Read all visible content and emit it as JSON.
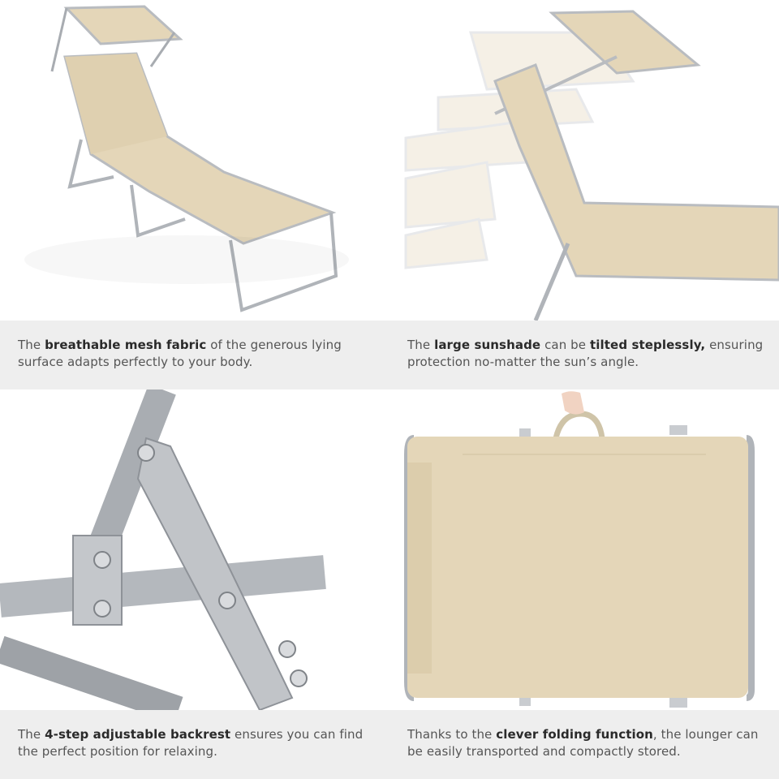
{
  "colors": {
    "fabric": "#e4d6b8",
    "fabric_shade": "#d6c7a6",
    "frame": "#b9bcc0",
    "frame_dark": "#8e9298",
    "caption_bg": "#eeeeee",
    "text": "#555555",
    "text_bold": "#2a2a2a"
  },
  "panels": [
    {
      "image": "lounger-with-sunshade",
      "caption": {
        "pre": "The ",
        "bold1": "breathable mesh fabric",
        "mid": " of the generous lying surface adapts perfectly to your body.",
        "bold2": "",
        "post": ""
      }
    },
    {
      "image": "sunshade-tilt-positions",
      "caption": {
        "pre": "The ",
        "bold1": "large sunshade",
        "mid": " can be ",
        "bold2": "tilted steplessly,",
        "post": " ensuring protection no-matter the sun’s angle."
      }
    },
    {
      "image": "backrest-adjuster-closeup",
      "caption": {
        "pre": "The ",
        "bold1": "4-step adjustable backrest",
        "mid": " ensures you can find the perfect position for relaxing.",
        "bold2": "",
        "post": ""
      }
    },
    {
      "image": "folded-lounger-carried",
      "caption": {
        "pre": "Thanks to the ",
        "bold1": "clever folding function",
        "mid": ", the lounger can be easily transported and compactly stored.",
        "bold2": "",
        "post": ""
      }
    }
  ]
}
